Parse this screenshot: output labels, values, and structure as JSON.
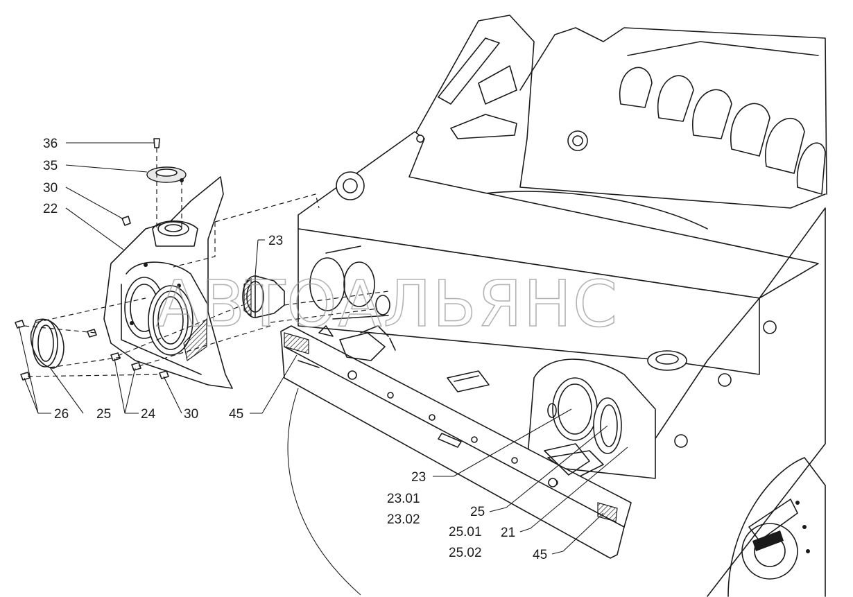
{
  "watermark": "АВТОАЛЬЯНС",
  "labels": {
    "l36": "36",
    "l35": "35",
    "l30_top": "30",
    "l22": "22",
    "l23_top": "23",
    "l26": "26",
    "l25_bottom": "25",
    "l24": "24",
    "l30_bottom": "30",
    "l45_left": "45",
    "l23_right": "23",
    "l23_01": "23.01",
    "l23_02": "23.02",
    "l25_right": "25",
    "l25_01": "25.01",
    "l25_02": "25.02",
    "l21": "21",
    "l45_right": "45"
  }
}
